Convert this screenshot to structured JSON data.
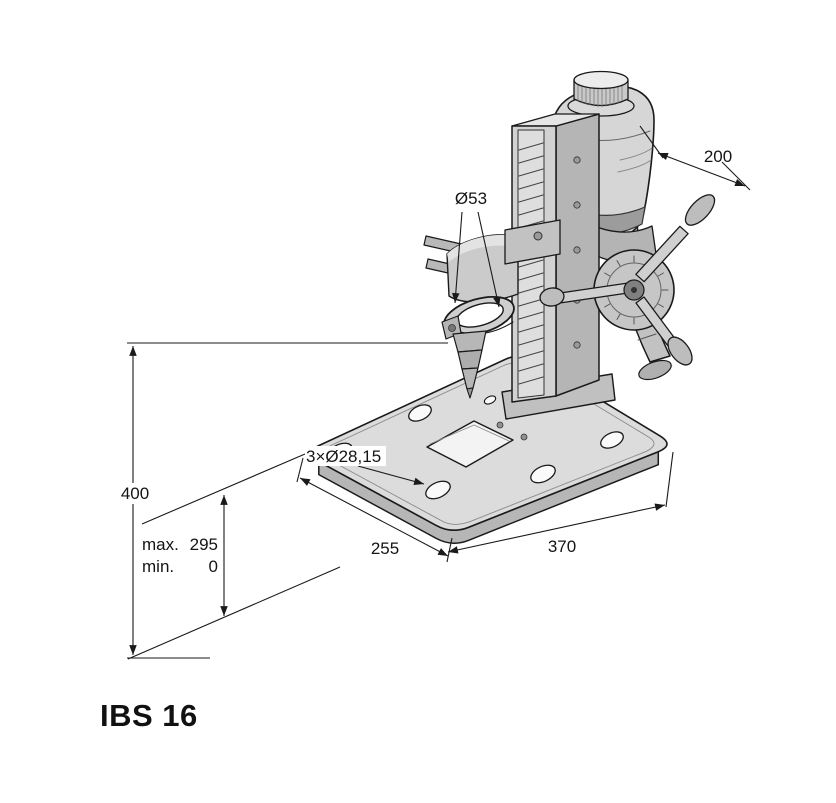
{
  "title": "IBS 16",
  "labels": {
    "depth": "200",
    "collar_bore": "Ø53",
    "base_holes": "3×Ø28,15",
    "base_depth": "255",
    "base_width": "370",
    "total_height": "400",
    "stroke_max_label": "max.",
    "stroke_max_value": "295",
    "stroke_min_label": "min.",
    "stroke_min_value": "0"
  },
  "colors": {
    "line": "#1a1a1a",
    "body_light": "#e6e6e6",
    "body_mid": "#cccccc",
    "body_dark": "#a8a8a8"
  }
}
